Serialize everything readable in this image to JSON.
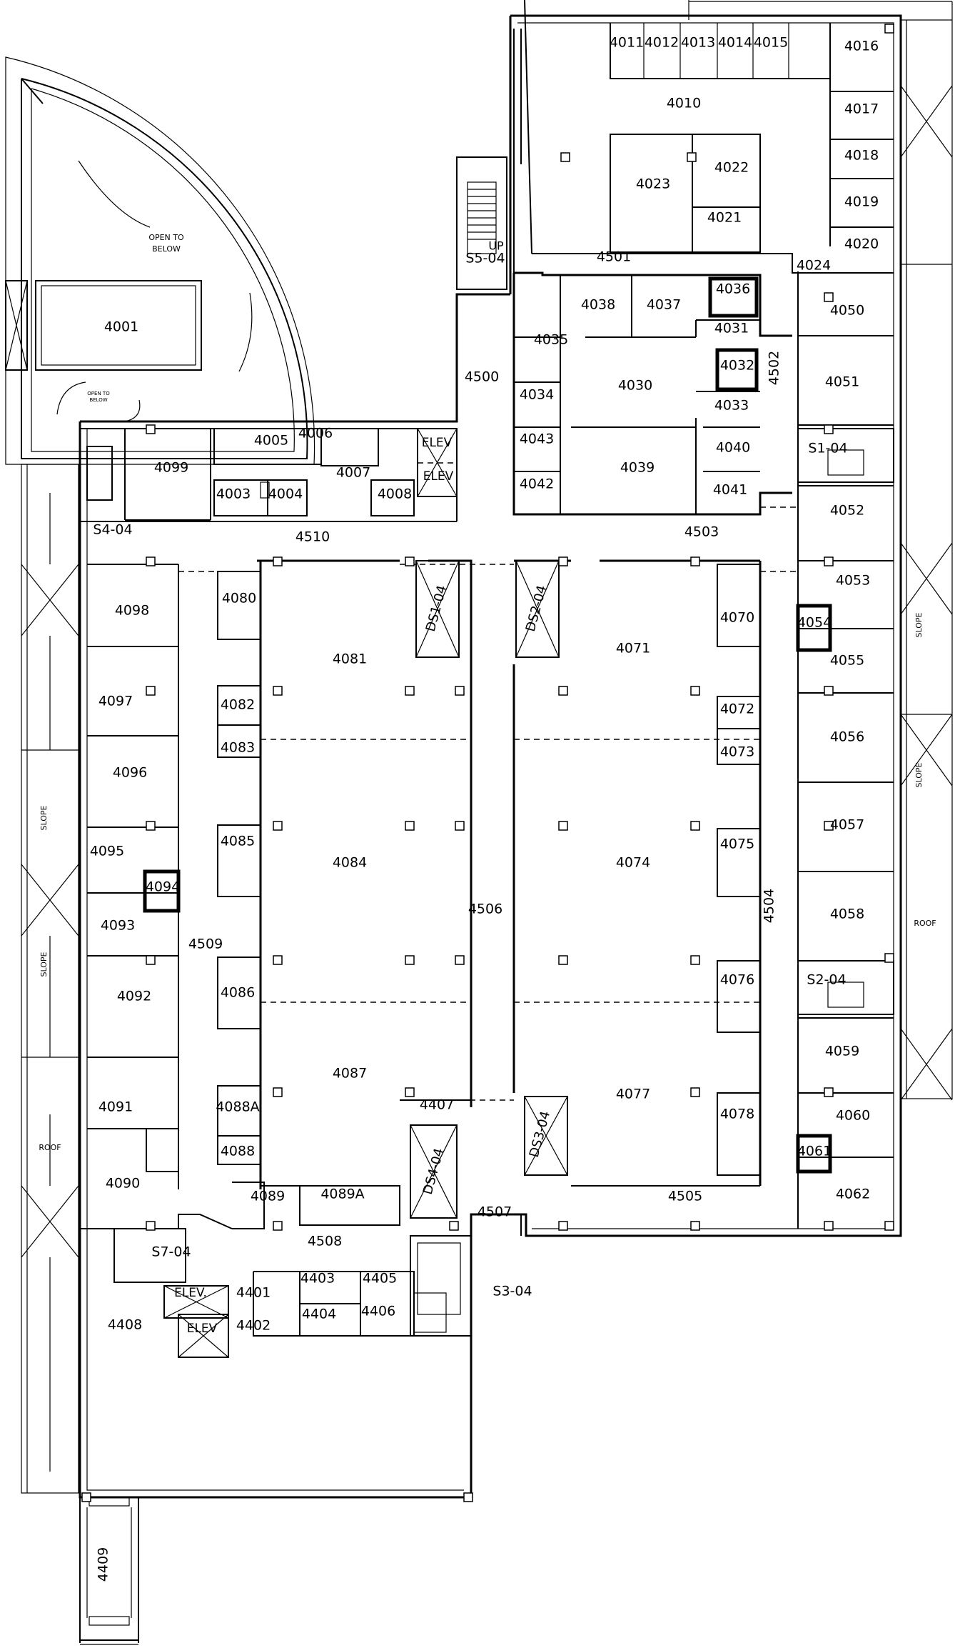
{
  "rooms": [
    {
      "id": "4001",
      "fs": 19
    },
    {
      "id": "4003",
      "fs": 19
    },
    {
      "id": "4004",
      "fs": 19
    },
    {
      "id": "4005",
      "fs": 19
    },
    {
      "id": "4006",
      "fs": 19
    },
    {
      "id": "4007",
      "fs": 19
    },
    {
      "id": "4008",
      "fs": 19
    },
    {
      "id": "4010",
      "fs": 19
    },
    {
      "id": "4011",
      "fs": 19
    },
    {
      "id": "4012",
      "fs": 19
    },
    {
      "id": "4013",
      "fs": 19
    },
    {
      "id": "4014",
      "fs": 19
    },
    {
      "id": "4015",
      "fs": 19
    },
    {
      "id": "4016",
      "fs": 19
    },
    {
      "id": "4017",
      "fs": 19
    },
    {
      "id": "4018",
      "fs": 19
    },
    {
      "id": "4019",
      "fs": 19
    },
    {
      "id": "4020",
      "fs": 19
    },
    {
      "id": "4021",
      "fs": 19
    },
    {
      "id": "4022",
      "fs": 19
    },
    {
      "id": "4023",
      "fs": 19
    },
    {
      "id": "4024",
      "fs": 19
    },
    {
      "id": "4030",
      "fs": 19
    },
    {
      "id": "4031",
      "fs": 19
    },
    {
      "id": "4032",
      "fs": 19
    },
    {
      "id": "4033",
      "fs": 19
    },
    {
      "id": "4034",
      "fs": 19
    },
    {
      "id": "4035",
      "fs": 19
    },
    {
      "id": "4036",
      "fs": 19
    },
    {
      "id": "4037",
      "fs": 19
    },
    {
      "id": "4038",
      "fs": 19
    },
    {
      "id": "4039",
      "fs": 19
    },
    {
      "id": "4040",
      "fs": 19
    },
    {
      "id": "4041",
      "fs": 19
    },
    {
      "id": "4042",
      "fs": 19
    },
    {
      "id": "4043",
      "fs": 19
    },
    {
      "id": "4050",
      "fs": 19
    },
    {
      "id": "4051",
      "fs": 19
    },
    {
      "id": "4052",
      "fs": 19
    },
    {
      "id": "4053",
      "fs": 19
    },
    {
      "id": "4054",
      "fs": 19
    },
    {
      "id": "4055",
      "fs": 19
    },
    {
      "id": "4056",
      "fs": 19
    },
    {
      "id": "4057",
      "fs": 19
    },
    {
      "id": "4058",
      "fs": 19
    },
    {
      "id": "4059",
      "fs": 19
    },
    {
      "id": "4060",
      "fs": 19
    },
    {
      "id": "4061",
      "fs": 19
    },
    {
      "id": "4062",
      "fs": 19
    },
    {
      "id": "4070",
      "fs": 19
    },
    {
      "id": "4071",
      "fs": 19
    },
    {
      "id": "4072",
      "fs": 19
    },
    {
      "id": "4073",
      "fs": 19
    },
    {
      "id": "4074",
      "fs": 19
    },
    {
      "id": "4075",
      "fs": 19
    },
    {
      "id": "4076",
      "fs": 19
    },
    {
      "id": "4077",
      "fs": 19
    },
    {
      "id": "4078",
      "fs": 19
    },
    {
      "id": "4080",
      "fs": 19
    },
    {
      "id": "4081",
      "fs": 19
    },
    {
      "id": "4082",
      "fs": 19
    },
    {
      "id": "4083",
      "fs": 19
    },
    {
      "id": "4084",
      "fs": 19
    },
    {
      "id": "4085",
      "fs": 19
    },
    {
      "id": "4086",
      "fs": 19
    },
    {
      "id": "4087",
      "fs": 19
    },
    {
      "id": "4088A",
      "fs": 19
    },
    {
      "id": "4088",
      "fs": 19
    },
    {
      "id": "4089",
      "fs": 19
    },
    {
      "id": "4089A",
      "fs": 19
    },
    {
      "id": "4090",
      "fs": 19
    },
    {
      "id": "4091",
      "fs": 19
    },
    {
      "id": "4092",
      "fs": 19
    },
    {
      "id": "4093",
      "fs": 19
    },
    {
      "id": "4094",
      "fs": 19
    },
    {
      "id": "4095",
      "fs": 19
    },
    {
      "id": "4096",
      "fs": 19
    },
    {
      "id": "4097",
      "fs": 19
    },
    {
      "id": "4098",
      "fs": 19
    },
    {
      "id": "4099",
      "fs": 19
    },
    {
      "id": "4401",
      "fs": 19
    },
    {
      "id": "4402",
      "fs": 19
    },
    {
      "id": "4403",
      "fs": 19
    },
    {
      "id": "4404",
      "fs": 19
    },
    {
      "id": "4405",
      "fs": 19
    },
    {
      "id": "4406",
      "fs": 19
    },
    {
      "id": "4407",
      "fs": 19
    },
    {
      "id": "4408",
      "fs": 19
    },
    {
      "id": "4409",
      "fs": 19
    },
    {
      "id": "4500",
      "fs": 19
    },
    {
      "id": "4501",
      "fs": 19
    },
    {
      "id": "4502",
      "fs": 19
    },
    {
      "id": "4503",
      "fs": 19
    },
    {
      "id": "4504",
      "fs": 19
    },
    {
      "id": "4505",
      "fs": 19
    },
    {
      "id": "4506",
      "fs": 19
    },
    {
      "id": "4507",
      "fs": 19
    },
    {
      "id": "4508",
      "fs": 19
    },
    {
      "id": "4509",
      "fs": 19
    },
    {
      "id": "4510",
      "fs": 19
    }
  ],
  "stairs": [
    {
      "id": "S1-04"
    },
    {
      "id": "S2-04"
    },
    {
      "id": "S3-04"
    },
    {
      "id": "S4-04"
    },
    {
      "id": "S5-04"
    },
    {
      "id": "S7-04"
    }
  ],
  "shafts": [
    {
      "id": "DS1-04"
    },
    {
      "id": "DS2-04"
    },
    {
      "id": "DS3-04"
    },
    {
      "id": "DS4-04"
    }
  ],
  "elevators": [
    {
      "id": "elev-1",
      "text": "ELEV"
    },
    {
      "id": "elev-2",
      "text": "ELEV"
    },
    {
      "id": "elev-3",
      "text": "ELEV."
    },
    {
      "id": "elev-4",
      "text": "ELEV"
    }
  ],
  "annotations": [
    {
      "id": "open-below-1",
      "text": "OPEN TO"
    },
    {
      "id": "open-below-2",
      "text": "BELOW"
    },
    {
      "id": "open-below-small-1",
      "text": "OPEN TO"
    },
    {
      "id": "open-below-small-2",
      "text": "BELOW"
    },
    {
      "id": "up",
      "text": "UP"
    },
    {
      "id": "slope-left-1",
      "text": "SLOPE"
    },
    {
      "id": "slope-left-2",
      "text": "SLOPE"
    },
    {
      "id": "roof-left",
      "text": "ROOF"
    },
    {
      "id": "slope-right-1",
      "text": "SLOPE"
    },
    {
      "id": "slope-right-2",
      "text": "SLOPE"
    },
    {
      "id": "roof-right",
      "text": "ROOF"
    }
  ]
}
